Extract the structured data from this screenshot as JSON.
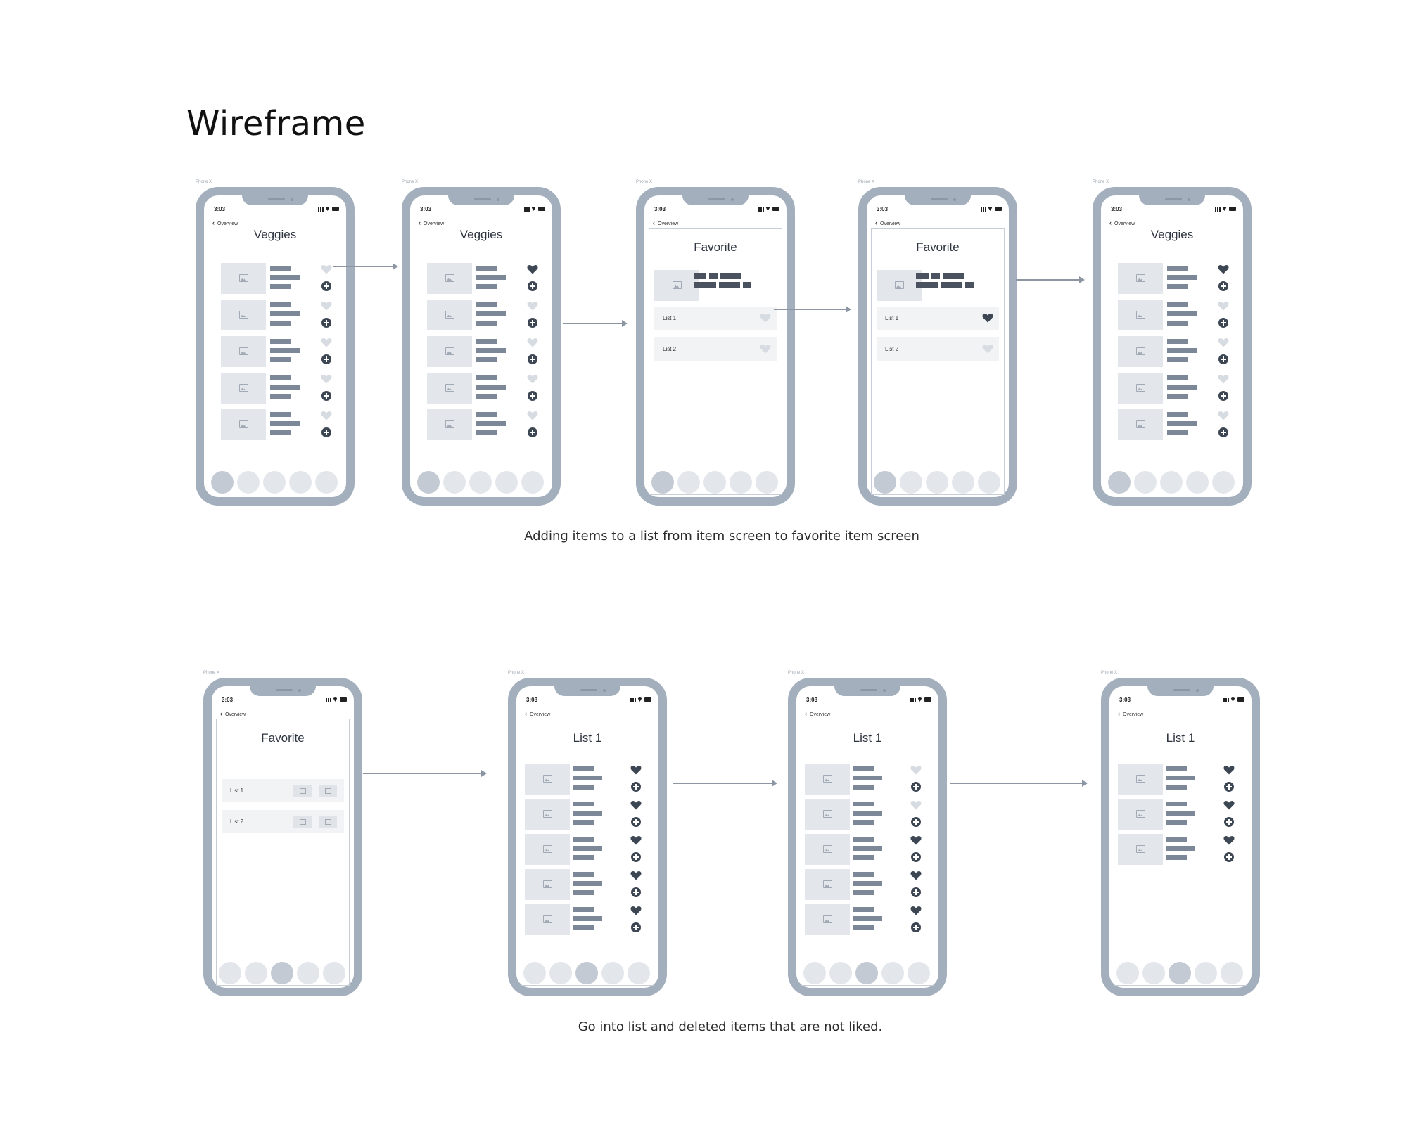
{
  "title": "Wireframe",
  "captions": {
    "row1": "Adding items to a list from item screen to favorite item screen",
    "row2": "Go into list and deleted items that are not liked."
  },
  "device_label": "Phone X",
  "status_time": "3:03",
  "back_label": "Overview",
  "list_labels": [
    "List 1",
    "List 2"
  ],
  "colors": {
    "frame": "#a3afbd",
    "dark": "#3d4653",
    "light": "#d7dce2",
    "bars": "#7c8797"
  },
  "phones": [
    {
      "type": "items",
      "title": "Veggies",
      "liked": [
        false,
        false,
        false,
        false,
        false
      ],
      "activeNav": 0
    },
    {
      "type": "items",
      "title": "Veggies",
      "liked": [
        true,
        false,
        false,
        false,
        false
      ],
      "activeNav": 0
    },
    {
      "type": "favorite",
      "title": "Favorite",
      "liked": [
        false,
        false
      ],
      "activeNav": 0
    },
    {
      "type": "favorite",
      "title": "Favorite",
      "liked": [
        true,
        false
      ],
      "activeNav": 0
    },
    {
      "type": "items",
      "title": "Veggies",
      "liked": [
        true,
        false,
        false,
        false,
        false
      ],
      "activeNav": 0
    },
    {
      "type": "favlist",
      "title": "Favorite",
      "activeNav": 2
    },
    {
      "type": "items",
      "title": "List 1",
      "liked": [
        true,
        true,
        true,
        true,
        true
      ],
      "activeNav": 2,
      "framed": true
    },
    {
      "type": "items",
      "title": "List 1",
      "liked": [
        false,
        false,
        true,
        true,
        true
      ],
      "activeNav": 2,
      "framed": true
    },
    {
      "type": "items",
      "title": "List 1",
      "liked": [
        true,
        true,
        true
      ],
      "activeNav": 2,
      "framed": true
    }
  ]
}
